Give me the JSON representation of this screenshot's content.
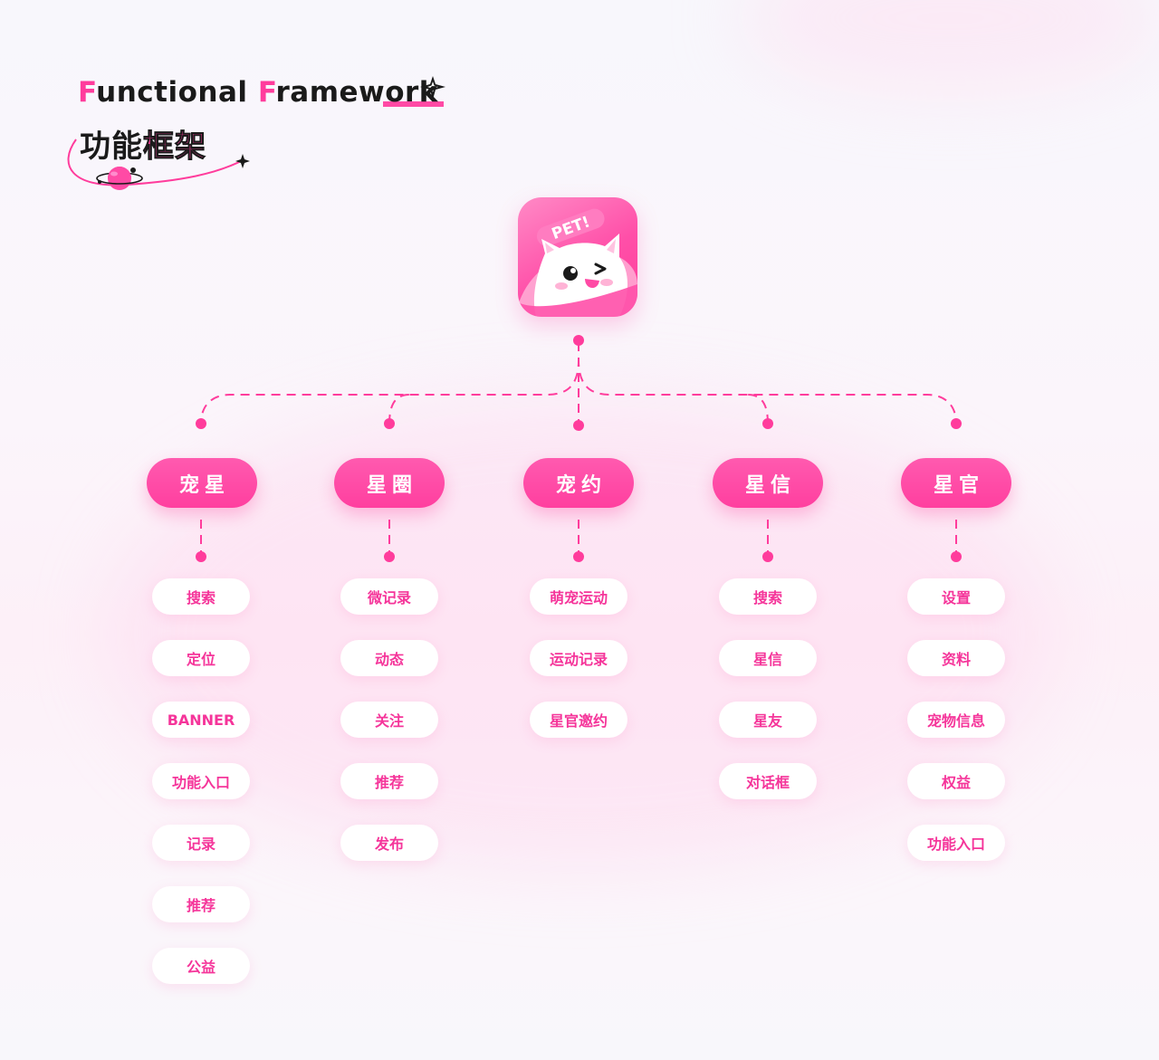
{
  "title": {
    "en_first_cap": "F",
    "en_first_rest": "unctional",
    "en_second_cap": "F",
    "en_second_mid": "ramew",
    "en_second_tail": "ork",
    "cn_black": "功能",
    "cn_pink": "框架"
  },
  "app_icon": {
    "badge_text": "PET!"
  },
  "colors": {
    "accent": "#ff3c9c",
    "pill": "#ff4aa5",
    "item_text": "#f5359a",
    "title_dark": "#1a1a1a"
  },
  "categories": [
    {
      "label": "宠星",
      "items": [
        "搜索",
        "定位",
        "BANNER",
        "功能入口",
        "记录",
        "推荐",
        "公益"
      ]
    },
    {
      "label": "星圈",
      "items": [
        "微记录",
        "动态",
        "关注",
        "推荐",
        "发布"
      ]
    },
    {
      "label": "宠约",
      "items": [
        "萌宠运动",
        "运动记录",
        "星官邀约"
      ]
    },
    {
      "label": "星信",
      "items": [
        "搜索",
        "星信",
        "星友",
        "对话框"
      ]
    },
    {
      "label": "星官",
      "items": [
        "设置",
        "资料",
        "宠物信息",
        "权益",
        "功能入口"
      ]
    }
  ]
}
